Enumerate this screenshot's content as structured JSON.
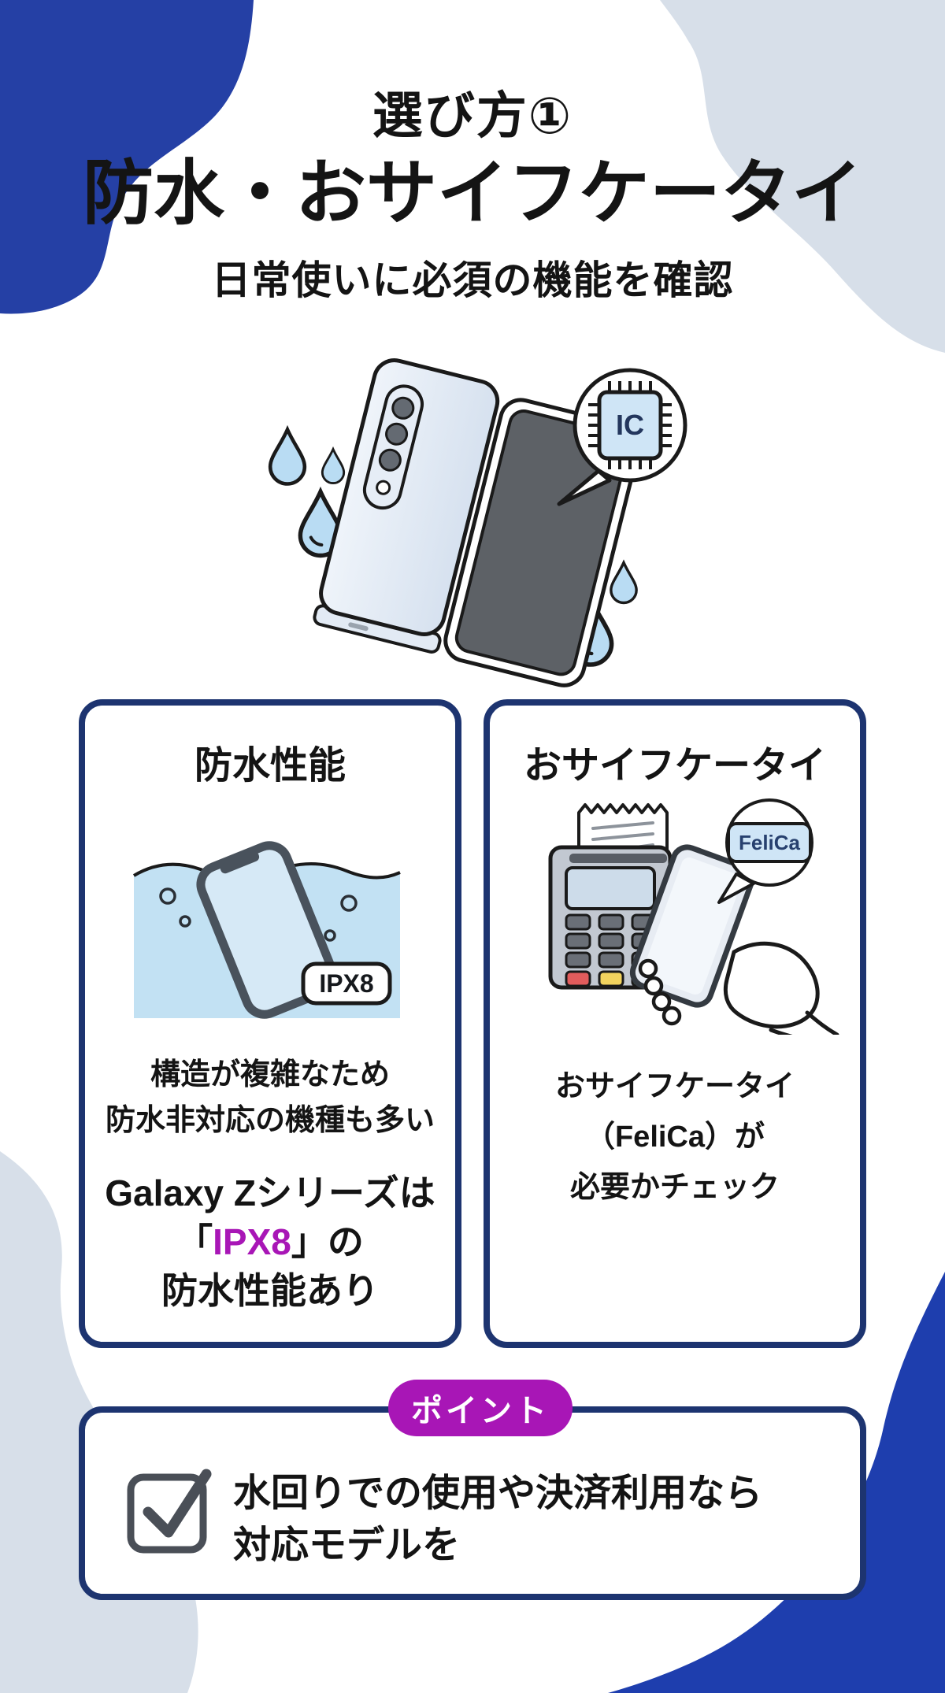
{
  "header": {
    "step_badge": "選び方①",
    "title": "防水・おサイフケータイ",
    "subtitle": "日常使いに必須の機能を確認"
  },
  "hero": {
    "ic_chip_label": "IC"
  },
  "cards": {
    "waterproof": {
      "title": "防水性能",
      "rating_badge": "IPX8",
      "note_line1": "構造が複雑なため",
      "note_line2": "防水非対応の機種も多い",
      "detail_line1": "Galaxy Zシリーズは",
      "detail_line2_open": "「",
      "detail_line2_highlight": "IPX8",
      "detail_line2_close": "」の",
      "detail_line3": "防水性能あり"
    },
    "osaifu": {
      "title": "おサイフケータイ",
      "bubble_label": "FeliCa",
      "note_line1": "おサイフケータイ",
      "note_line2": "（FeliCa）が",
      "note_line3": "必要かチェック"
    }
  },
  "point": {
    "badge": "ポイント",
    "line1": "水回りでの使用や決済利用なら",
    "line2": "対応モデルを"
  },
  "colors": {
    "navy_blob": "#2540a5",
    "card_border_navy": "#1d3470",
    "magenta_accent": "#a816b6",
    "light_gray_blob": "#d7dfe9",
    "water_blue": "#c2e1f3",
    "droplet_blue": "#b9dcf3",
    "chip_blue": "#cfe5f6",
    "screen_gray": "#5d6166",
    "outline_black": "#1a1a1a"
  }
}
